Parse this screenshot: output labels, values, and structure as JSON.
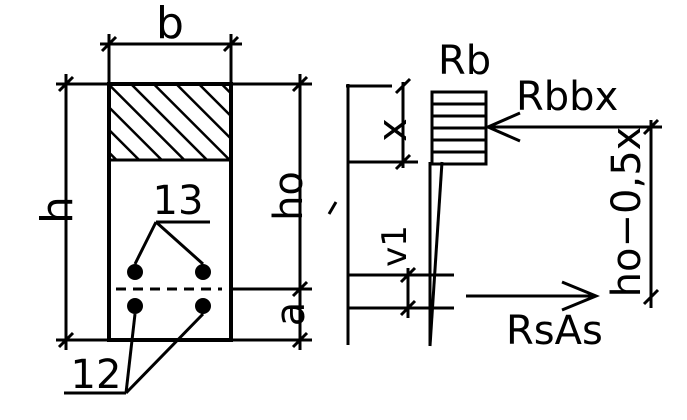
{
  "colors": {
    "ink": "#000000",
    "paper": "#ffffff"
  },
  "labels": {
    "b": "b",
    "h": "h",
    "h0": "ho",
    "a": "a",
    "n13": "13",
    "n12": "12",
    "Rb": "Rb",
    "Rbbx": "Rbbx",
    "x": "x",
    "h0_05x": "ho−0,5x",
    "v1": "v1",
    "RsAs": "RsAs"
  }
}
